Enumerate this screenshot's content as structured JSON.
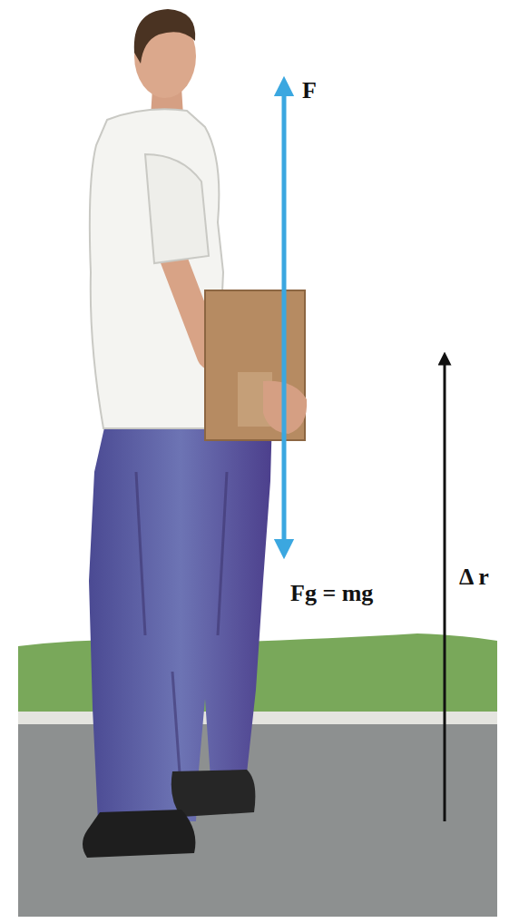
{
  "diagram": {
    "labels": [
      "F",
      "Fg = mg",
      "Δ r"
    ]
  }
}
